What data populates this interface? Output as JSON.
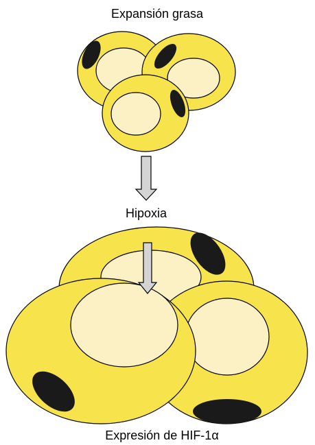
{
  "labels": {
    "top": "Expansión grasa",
    "middle": "Hipoxia",
    "bottom": "Expresión de HIF-1α"
  },
  "colors": {
    "cell": "#f7e34b",
    "nucleus": "#fbf1c4",
    "lipid": "#1a1a1a",
    "arrow": "#d4d4d4",
    "stroke": "#000000"
  },
  "icons": {
    "arrow": "down-arrow-icon"
  }
}
